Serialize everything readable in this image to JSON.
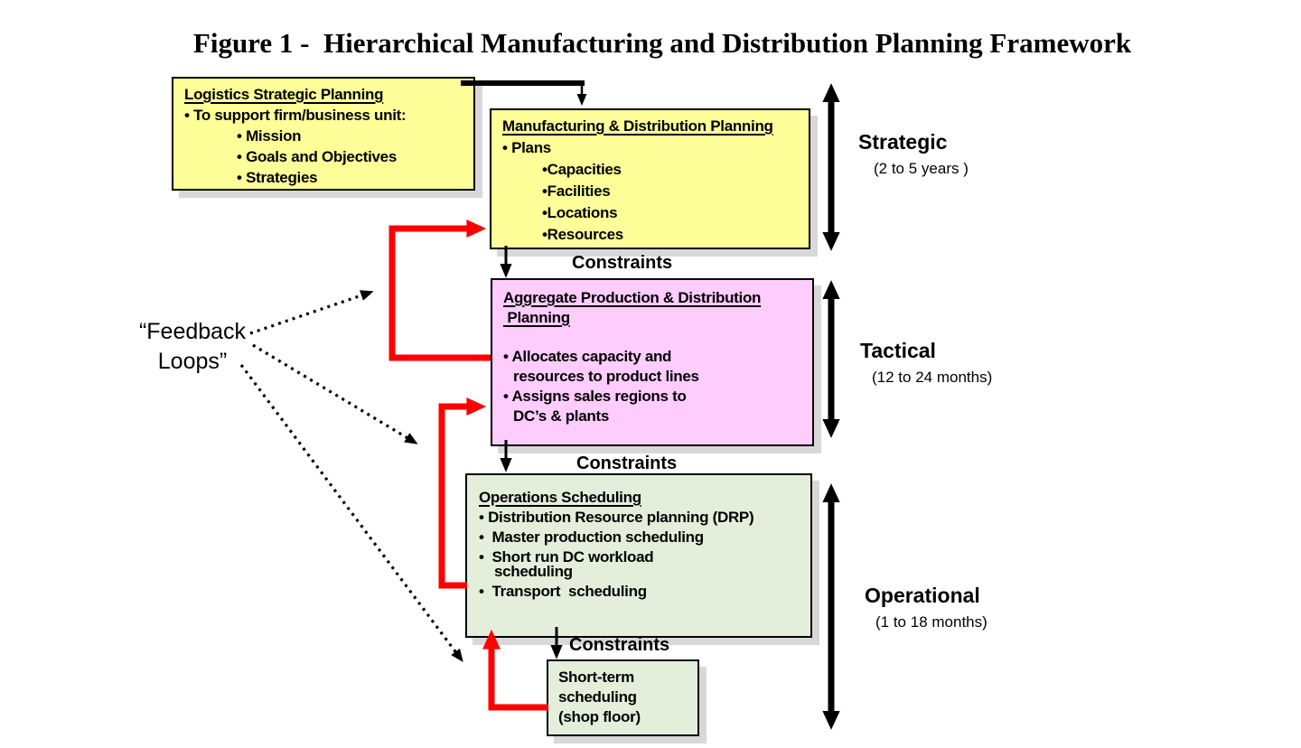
{
  "title": "Figure 1 -  Hierarchical Manufacturing and Distribution Planning Framework",
  "feedback": {
    "line1": "“Feedback",
    "line2": "Loops”"
  },
  "constraints": {
    "c1": "Constraints",
    "c2": "Constraints",
    "c3": "Constraints"
  },
  "levels": {
    "strategic": {
      "label": "Strategic",
      "range": "(2 to 5 years )"
    },
    "tactical": {
      "label": "Tactical",
      "range": "(12 to 24 months)"
    },
    "operational": {
      "label": "Operational",
      "range": "(1 to 18 months)"
    }
  },
  "boxes": {
    "logistics": {
      "title": "Logistics Strategic Planning",
      "lines": [
        "• To support firm/business unit:",
        "• Mission",
        "• Goals and Objectives",
        "• Strategies"
      ]
    },
    "manufacturing": {
      "title": "Manufacturing & Distribution Planning",
      "lines": [
        "• Plans",
        "•Capacities",
        "•Facilities",
        "•Locations",
        "•Resources"
      ]
    },
    "aggregate": {
      "title_line1": "Aggregate Production & Distribution",
      "title_line2": " Planning",
      "lines": [
        "• Allocates capacity and",
        "resources to product lines",
        "• Assigns sales regions to",
        "DC’s & plants"
      ]
    },
    "operations": {
      "title": "Operations Scheduling",
      "lines": [
        "• Distribution Resource planning (DRP)",
        "•  Master production scheduling",
        "•  Short run DC workload",
        "scheduling",
        "•  Transport  scheduling"
      ]
    },
    "shortterm": {
      "lines": [
        "Short-term",
        "scheduling",
        "(shop floor)"
      ]
    }
  },
  "colors": {
    "box_yellow": "#FFFF99",
    "box_pink": "#FFCCFE",
    "box_green": "#E4EFDB",
    "arrow_red": "#FF0000",
    "arrow_black": "#000000",
    "shadow_gray": "#D8D8D8"
  }
}
